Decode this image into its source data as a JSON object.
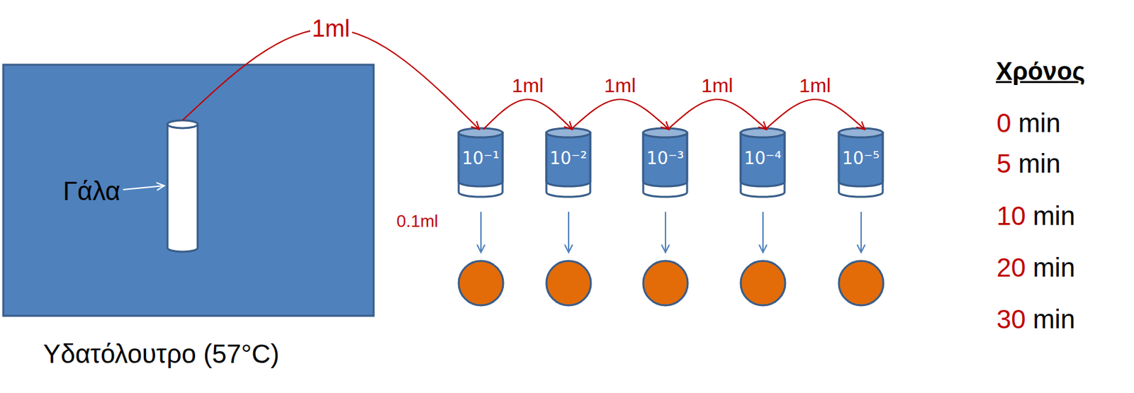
{
  "diagram": {
    "nodes": [
      {
        "text": [
          "Υδατόλουτρο (57°C)"
        ]
      },
      {
        "text": [
          "Γάλα"
        ],
        "in": 0
      },
      {
        "text": [
          "10⁻¹"
        ]
      },
      {
        "text": [
          "10⁻²"
        ]
      },
      {
        "text": [
          "10⁻³"
        ]
      },
      {
        "text": [
          "10⁻⁴"
        ]
      },
      {
        "text": [
          "10⁻⁵"
        ]
      }
    ],
    "edges": [
      {
        "from": 1,
        "to": 2,
        "arrow": "to",
        "label": "1ml"
      },
      {
        "from": 2,
        "to": 3,
        "arrow": "to",
        "label": "1ml"
      },
      {
        "from": 3,
        "to": 4,
        "arrow": "to",
        "label": "1ml"
      },
      {
        "from": 4,
        "to": 5,
        "arrow": "to",
        "label": "1ml"
      },
      {
        "from": 5,
        "to": 6,
        "arrow": "to",
        "label": "1ml"
      }
    ],
    "labels": [
      "0.1ml",
      "Χρόνος",
      "0",
      "min",
      "5",
      "min",
      "10",
      "min",
      "20",
      "min",
      "30",
      "min"
    ]
  }
}
